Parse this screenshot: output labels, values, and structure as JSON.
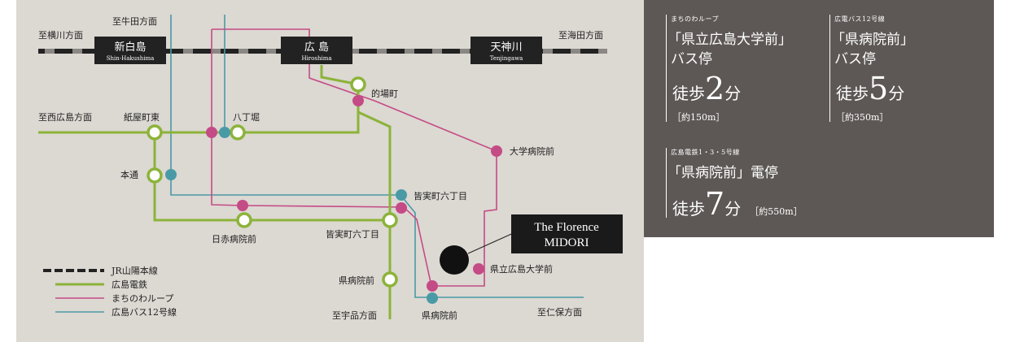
{
  "map": {
    "directions": {
      "yokogawa": "至横川方面",
      "ushita": "至牛田方面",
      "kaita": "至海田方面",
      "nishihiroshima": "至西広島方面",
      "ujina": "至宇品方面",
      "niho": "至仁保方面"
    },
    "jr_stations": [
      {
        "name": "新白島",
        "romaji": "Shin-Hakushima"
      },
      {
        "name": "広 島",
        "romaji": "Hiroshima"
      },
      {
        "name": "天神川",
        "romaji": "Tenjingawa"
      }
    ],
    "stops": {
      "matoba": "的場町",
      "kamiyacho": "紙屋町東",
      "hatchobori": "八丁堀",
      "hondori": "本通",
      "daigaku_byoin": "大学病院前",
      "minamimachi_upper": "皆実町六丁目",
      "minamimachi_lower": "皆実町六丁目",
      "nisseki": "日赤病院前",
      "kenbyoin_tram": "県病院前",
      "kenbyoin_bus": "県病院前",
      "kenritsu_daigaku": "県立広島大学前"
    },
    "property": {
      "line1": "The Florence",
      "line2": "MIDORI"
    },
    "legend": [
      {
        "label": "JR山陽本線",
        "color": "#222222"
      },
      {
        "label": "広島電鉄",
        "color": "#8cb33a"
      },
      {
        "label": "まちのわループ",
        "color": "#c44b86"
      },
      {
        "label": "広島バス12号線",
        "color": "#4a9aa6"
      }
    ]
  },
  "access": [
    {
      "route": "まちのわループ",
      "stop_open": "「県立広島大学前」",
      "stop_type": "バス停",
      "walk_prefix": "徒歩",
      "minutes": "2",
      "unit": "分",
      "distance": "［約150m］"
    },
    {
      "route": "広電バス12号線",
      "stop_open": "「県病院前」",
      "stop_type": "バス停",
      "walk_prefix": "徒歩",
      "minutes": "5",
      "unit": "分",
      "distance": "［約350m］"
    },
    {
      "route": "広島電鉄1・3・5号線",
      "stop_open": "「県病院前」電停",
      "walk_prefix": "徒歩",
      "minutes": "7",
      "unit": "分",
      "distance": "［約550m］"
    }
  ],
  "colors": {
    "jr": "#222222",
    "tram": "#8cb33a",
    "loop": "#c44b86",
    "bus12": "#4a9aa6",
    "map_bg": "#dcd8d2",
    "panel_bg": "#5d5856"
  }
}
